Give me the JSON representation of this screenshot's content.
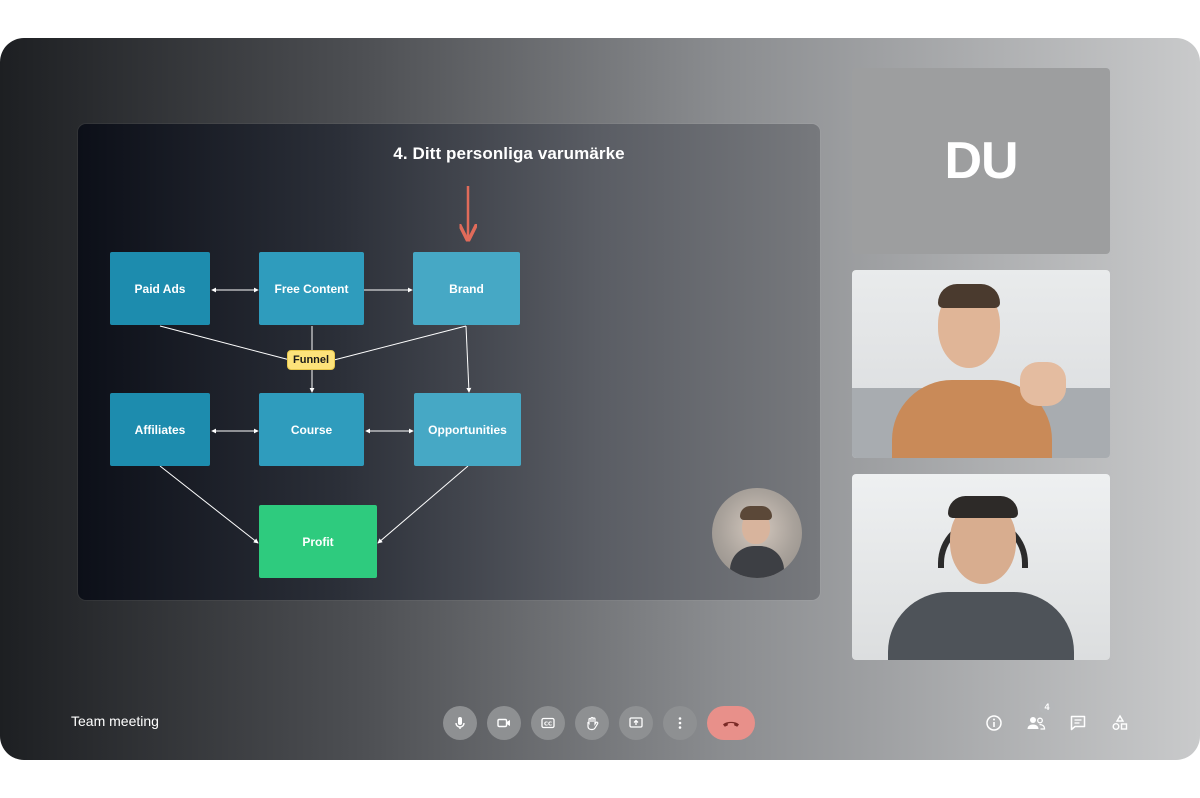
{
  "meeting": {
    "name": "Team meeting"
  },
  "slide": {
    "title": "4. Ditt personliga varumärke",
    "nodes": {
      "paid_ads": "Paid Ads",
      "free_content": "Free Content",
      "brand": "Brand",
      "affiliates": "Affiliates",
      "course": "Course",
      "opportunities": "Opportunities",
      "profit": "Profit"
    },
    "funnel_label": "Funnel"
  },
  "participants": {
    "self_label": "DU",
    "count_badge": "4"
  },
  "controls": {
    "mic": "mic-icon",
    "camera": "camera-icon",
    "captions": "captions-icon",
    "raise_hand": "hand-icon",
    "present": "present-icon",
    "more": "more-icon",
    "end_call": "phone-hangup-icon"
  },
  "right_tools": [
    "info-icon",
    "people-icon",
    "chat-icon",
    "activities-icon"
  ],
  "colors": {
    "end_call": "#e8908a",
    "profit": "#2ecb7e",
    "funnel": "#fde27a",
    "arrow": "#e06b5a"
  }
}
